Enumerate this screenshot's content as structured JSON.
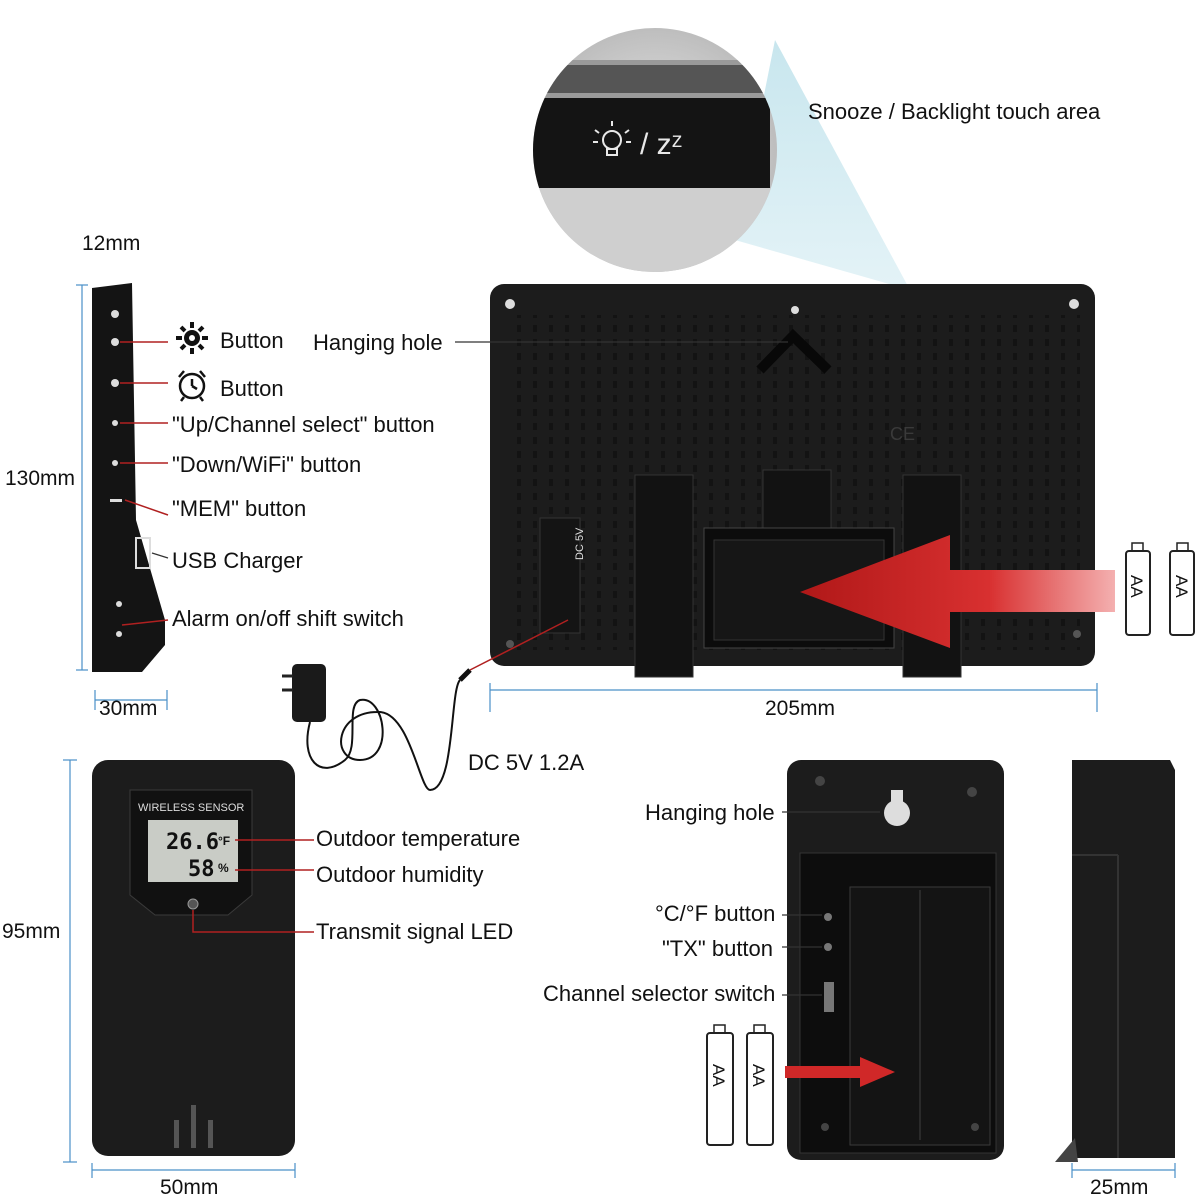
{
  "zoom_callout": {
    "icon_text": "/ zᶻ",
    "caption": "Snooze / Backlight touch area"
  },
  "side_profile": {
    "width_top": "12mm",
    "height": "130mm",
    "width_bottom": "30mm",
    "labels": {
      "backlight_button": "Button",
      "alarm_button": "Button",
      "up_button": "\"Up/Channel select\" button",
      "down_button": "\"Down/WiFi\" button",
      "mem_button": "\"MEM\" button",
      "usb": "USB Charger",
      "alarm_switch": "Alarm on/off shift switch"
    }
  },
  "main_unit_back": {
    "hanging_hole": "Hanging hole",
    "ce_mark": "CE",
    "width": "205mm",
    "power": "DC 5V 1.2A",
    "battery_labels": [
      "AA",
      "AA"
    ]
  },
  "sensor_front": {
    "brand": "WIRELESS SENSOR",
    "temp_value": "26.6",
    "temp_unit": "°F",
    "hum_value": "58",
    "hum_unit": "%",
    "temp_label": "Outdoor temperature",
    "hum_label": "Outdoor humidity",
    "led_label": "Transmit signal LED",
    "height": "95mm",
    "width": "50mm"
  },
  "sensor_back": {
    "hanging_hole": "Hanging hole",
    "cf_button": "°C/°F button",
    "tx_button": "\"TX\" button",
    "channel_switch": "Channel selector switch",
    "battery_labels": [
      "AA",
      "AA"
    ]
  },
  "sensor_side": {
    "depth": "25mm"
  }
}
